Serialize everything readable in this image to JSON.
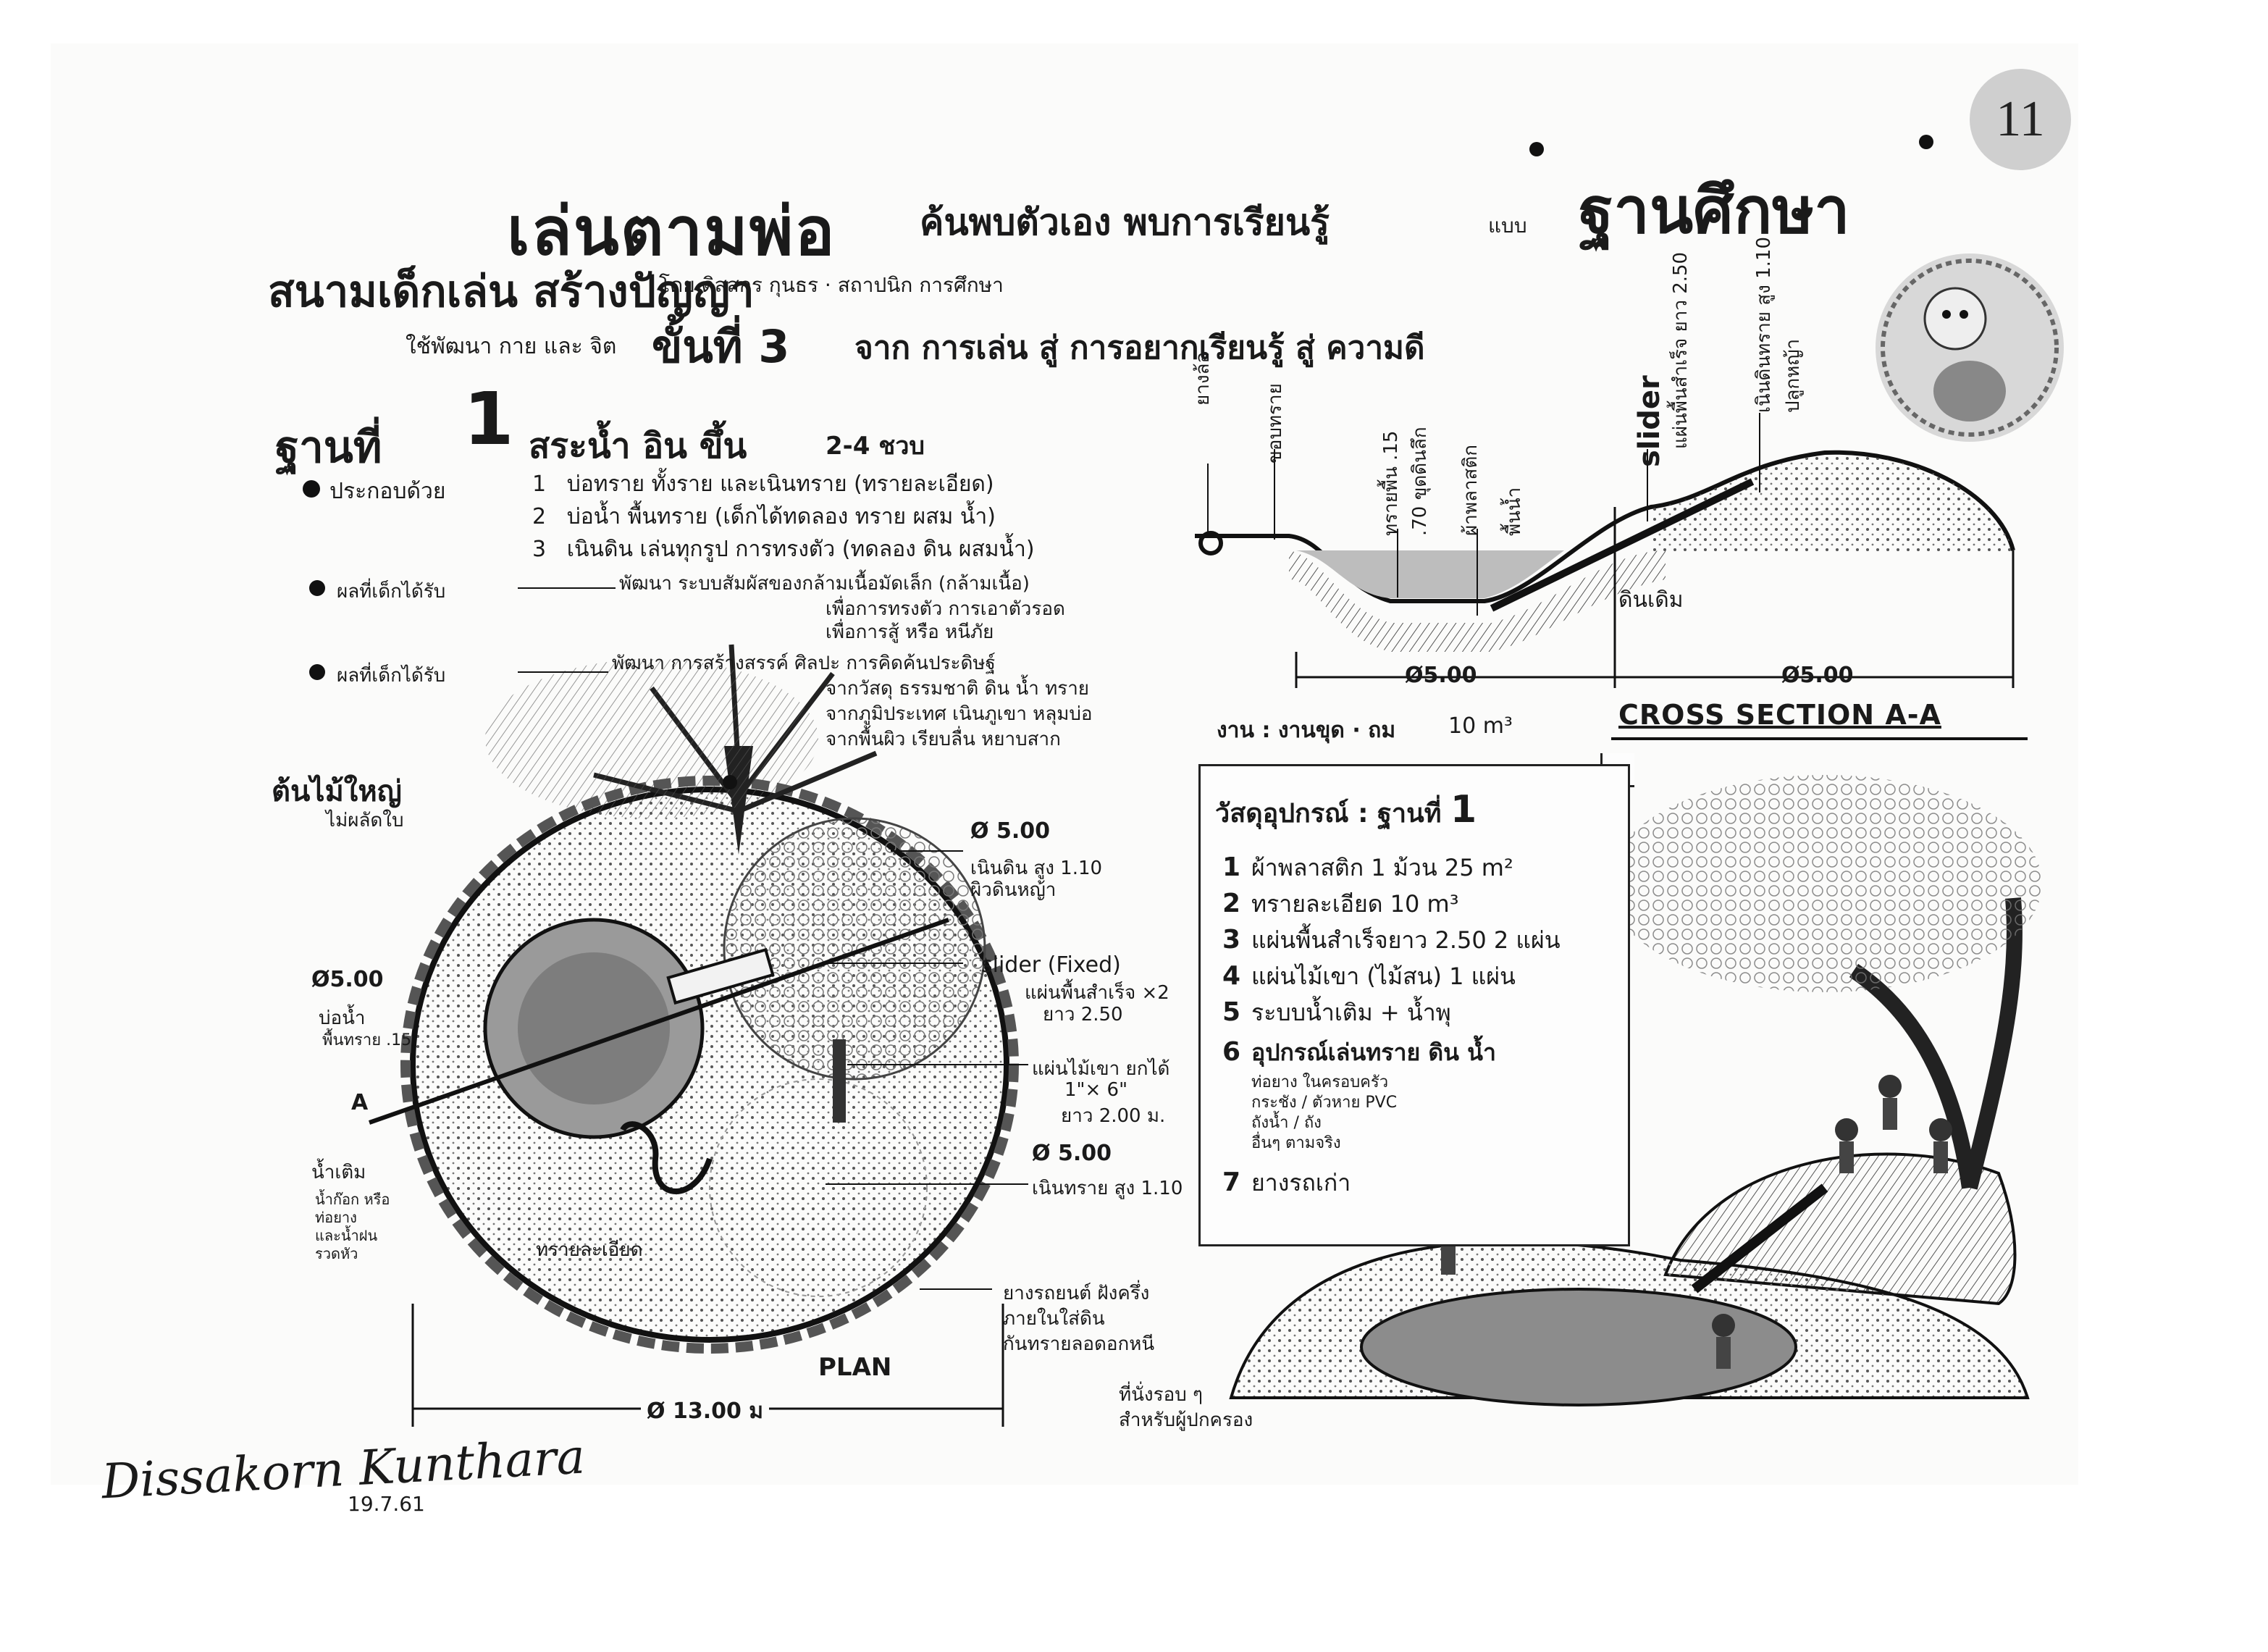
{
  "page_number": "11",
  "header": {
    "title_main": "เล่นตามพ่อ",
    "title_sub": "ค้นพบตัวเอง พบการเรียนรู้",
    "title_mode": "แบบ",
    "title_right": "ฐานศึกษา",
    "subtitle": "สนามเด็กเล่น สร้างปัญญา",
    "author_line": "โดย ดิสสกร กุนธร · สถาปนิก การศึกษา",
    "line3_a": "ใช้พัฒนา กาย และ จิต",
    "line3_b": "ขั้นที่ 3",
    "line3_c": "จาก การเล่น สู่ การอยากเรียนรู้ สู่ ความดี"
  },
  "station": {
    "title": "ฐานที่",
    "number": "1",
    "name": "สระน้ำ อิน ขึ้น",
    "people": "2-4 ชวบ",
    "composed_of_label": "ประกอบด้วย",
    "items": [
      {
        "n": "1",
        "text": "บ่อทราย ทั้งราย และเนินทราย (ทรายละเอียด)"
      },
      {
        "n": "2",
        "text": "บ่อน้ำ พื้นทราย (เด็กได้ทดลอง ทราย ผสม น้ำ)"
      },
      {
        "n": "3",
        "text": "เนินดิน เล่นทุกรูป การทรงตัว (ทดลอง ดิน ผสมน้ำ)"
      }
    ],
    "result1_label": "ผลที่เด็กได้รับ",
    "result1_text": [
      "พัฒนา ระบบสัมผัสของกล้ามเนื้อมัดเล็ก (กล้ามเนื้อ)",
      "เพื่อการทรงตัว การเอาตัวรอด",
      "เพื่อการสู้ หรือ หนีภัย"
    ],
    "result2_label": "ผลที่เด็กได้รับ",
    "result2_text": [
      "พัฒนา การสร้างสรรค์ ศิลปะ การคิดค้นประดิษฐ์",
      "จากวัสดุ ธรรมชาติ ดิน น้ำ ทราย",
      "จากภูมิประเทศ เนินภูเขา หลุมบ่อ",
      "จากพื้นผิว เรียบลื่น หยาบสาก"
    ]
  },
  "cross_section": {
    "title": "CROSS SECTION A-A",
    "labels": [
      "ยางล้อ",
      "ขอบทราย",
      "ทรายพื้น .15",
      ".70 ขุดดินลึก",
      "ผ้าพลาสติก",
      "พื้นน้ำ",
      "ดินเดิม",
      "slider",
      "แผ่นพื้นสำเร็จ ยาว 2.50",
      "เนินดินทราย สูง 1.10",
      "ปลูกหญ้า"
    ],
    "dim_left": "Ø5.00",
    "dim_right": "Ø5.00",
    "work_note": "งาน : งานขุด · ถม",
    "work_qty": "10 m³"
  },
  "plan": {
    "title": "PLAN",
    "big_tree_label": "ต้นไม้ใหญ่",
    "big_tree_sub": "ไม่ผลัดใบ",
    "dia_total": "Ø 13.00 ม",
    "sand_hill_dia": "Ø 5.00",
    "sand_hill_note": "เนินดิน สูง 1.10",
    "sand_hill_sub": "ผิวดินหญ้า",
    "slider_label": "slider (Fixed)",
    "slider_note": "แผ่นพื้นสำเร็จ ×2",
    "slider_len": "ยาว 2.50",
    "plank_label": "แผ่นไม้เขา ยกได้",
    "plank_size": "1\"× 6\"",
    "plank_len": "ยาว 2.00 ม.",
    "sand_pool_dia": "Ø 5.00",
    "sand_pool_note": "เนินทราย สูง 1.10",
    "pond_dia": "Ø5.00",
    "pond_label": "บ่อน้ำ",
    "pond_sub": "พื้นทราย .15",
    "faucet_label": "น้ำเติม",
    "faucet_sub": [
      "น้ำก๊อก หรือ",
      "ท่อยาง",
      "และน้ำฝน",
      "รวดหัว"
    ],
    "sand_label": "ทรายละเอียด",
    "tire_note": [
      "ยางรถยนต์ ฝังครึ่ง",
      "ภายในใส่ดิน",
      "กันทรายลอดอกหนี"
    ],
    "cut_a": "A"
  },
  "materials": {
    "title": "วัสดุอุปกรณ์ : ฐานที่",
    "number": "1",
    "items": [
      {
        "n": "1",
        "text": "ผ้าพลาสติก 1 ม้วน 25 m²"
      },
      {
        "n": "2",
        "text": "ทรายละเอียด 10 m³"
      },
      {
        "n": "3",
        "text": "แผ่นพื้นสำเร็จยาว 2.50 2 แผ่น"
      },
      {
        "n": "4",
        "text": "แผ่นไม้เขา (ไม้สน) 1 แผ่น"
      },
      {
        "n": "5",
        "text": "ระบบน้ำเติม + น้ำพุ"
      },
      {
        "n": "6",
        "text": "อุปกรณ์เล่นทราย ดิน น้ำ"
      },
      {
        "n": "",
        "text": "ท่อยาง ในครอบครัว"
      },
      {
        "n": "",
        "text": "กระชัง / ตัวหาย PVC"
      },
      {
        "n": "",
        "text": "ถังน้ำ / ถัง"
      },
      {
        "n": "",
        "text": "อื่นๆ ตามจริง"
      },
      {
        "n": "7",
        "text": "ยางรถเก่า"
      }
    ]
  },
  "perspective": {
    "seat_label": "ที่นั่งรอบ ๆ",
    "seat_sub": "สำหรับผู้ปกครอง"
  },
  "signature": {
    "name": "Dissakorn Kunthara",
    "date": "19.7.61"
  },
  "colors": {
    "ink": "#1a1a1a",
    "paper": "#fbfbfa",
    "shade": "#8c8c8c",
    "light": "#cfcfcf"
  }
}
